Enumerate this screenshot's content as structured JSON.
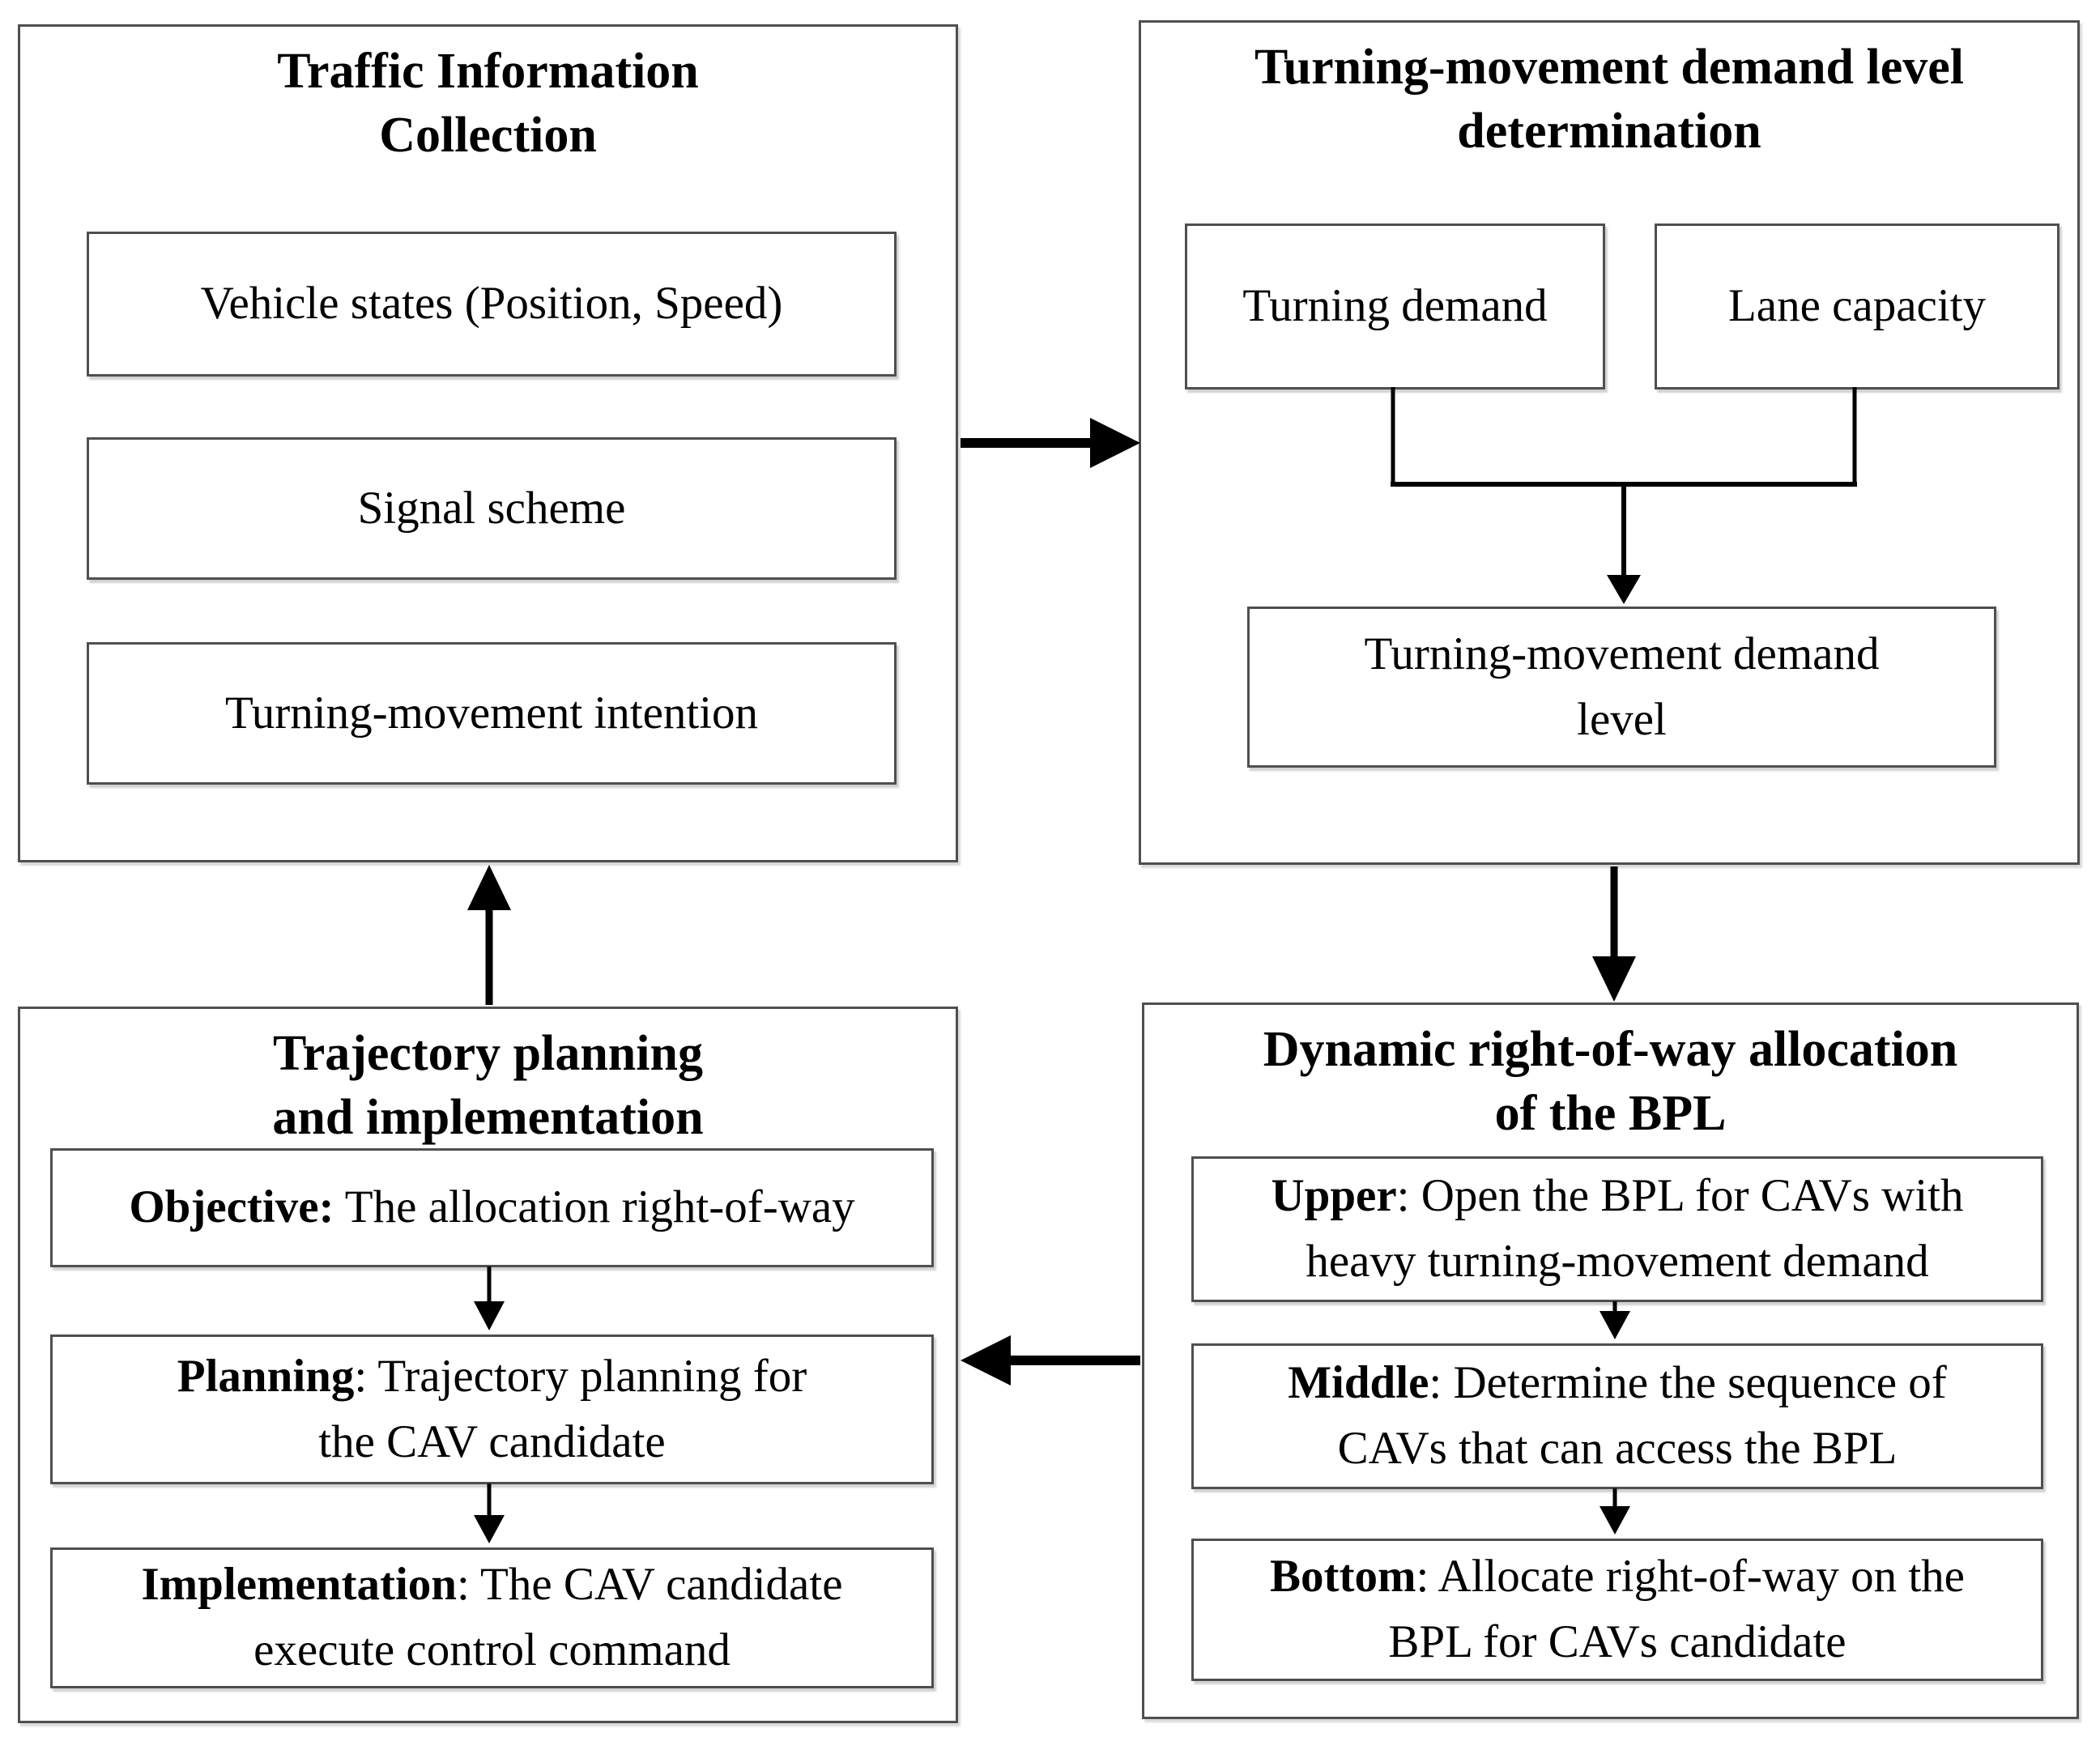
{
  "diagram": {
    "background": "#ffffff",
    "colors": {
      "border": "#4f4f4f",
      "arrow": "#000000",
      "text": "#000000"
    },
    "traffic_info": {
      "title_line1": "Traffic Information",
      "title_line2": "Collection",
      "items": [
        "Vehicle states (Position, Speed)",
        "Signal scheme",
        "Turning-movement intention"
      ]
    },
    "demand_determination": {
      "title_line1": "Turning-movement demand level",
      "title_line2": "determination",
      "inputs": [
        "Turning demand",
        "Lane capacity"
      ],
      "output": "Turning-movement demand\nlevel"
    },
    "trajectory": {
      "title_line1": "Trajectory planning",
      "title_line2": "and implementation",
      "steps": [
        {
          "bold": "Objective:",
          "rest": " The allocation right-of-way"
        },
        {
          "bold": "Planning",
          "rest": ": Trajectory planning for\nthe CAV candidate"
        },
        {
          "bold": "Implementation",
          "rest": ": The CAV candidate\nexecute control command"
        }
      ]
    },
    "allocation": {
      "title_line1": "Dynamic right-of-way allocation",
      "title_line2": "of the BPL",
      "steps": [
        {
          "bold": "Upper",
          "rest": ": Open the BPL for CAVs with\nheavy turning-movement demand"
        },
        {
          "bold": "Middle",
          "rest": ": Determine the sequence of\nCAVs that can access the BPL"
        },
        {
          "bold": "Bottom",
          "rest": ": Allocate right-of-way on the\nBPL for CAVs candidate"
        }
      ]
    }
  }
}
